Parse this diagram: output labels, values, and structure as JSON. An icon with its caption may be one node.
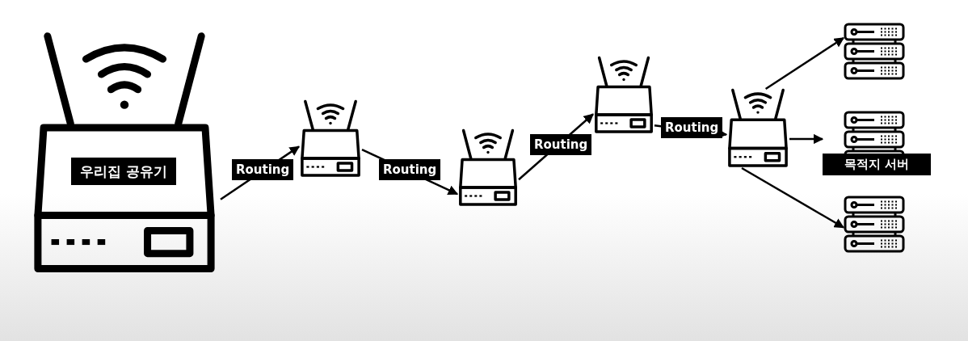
{
  "diagram": {
    "nodes": [
      {
        "text": [
          "우리집 공유기"
        ]
      },
      {
        "text": [],
        "shape": "router"
      },
      {
        "text": [],
        "shape": "router"
      },
      {
        "text": [],
        "shape": "router"
      },
      {
        "text": [],
        "shape": "router"
      },
      {
        "text": [],
        "shape": "server"
      },
      {
        "text": [
          "목적지 서버"
        ]
      },
      {
        "text": [],
        "shape": "server"
      }
    ],
    "edges": [
      {
        "from": 0,
        "to": 1,
        "label": "Routing",
        "arrow": "to"
      },
      {
        "from": 1,
        "to": 2,
        "label": "Routing",
        "arrow": "to"
      },
      {
        "from": 2,
        "to": 3,
        "label": "Routing",
        "arrow": "to"
      },
      {
        "from": 3,
        "to": 4,
        "label": "Routing",
        "arrow": "to"
      },
      {
        "from": 4,
        "to": 5,
        "arrow": "to"
      },
      {
        "from": 4,
        "to": 6,
        "arrow": "to"
      },
      {
        "from": 4,
        "to": 7,
        "arrow": "to"
      }
    ]
  }
}
